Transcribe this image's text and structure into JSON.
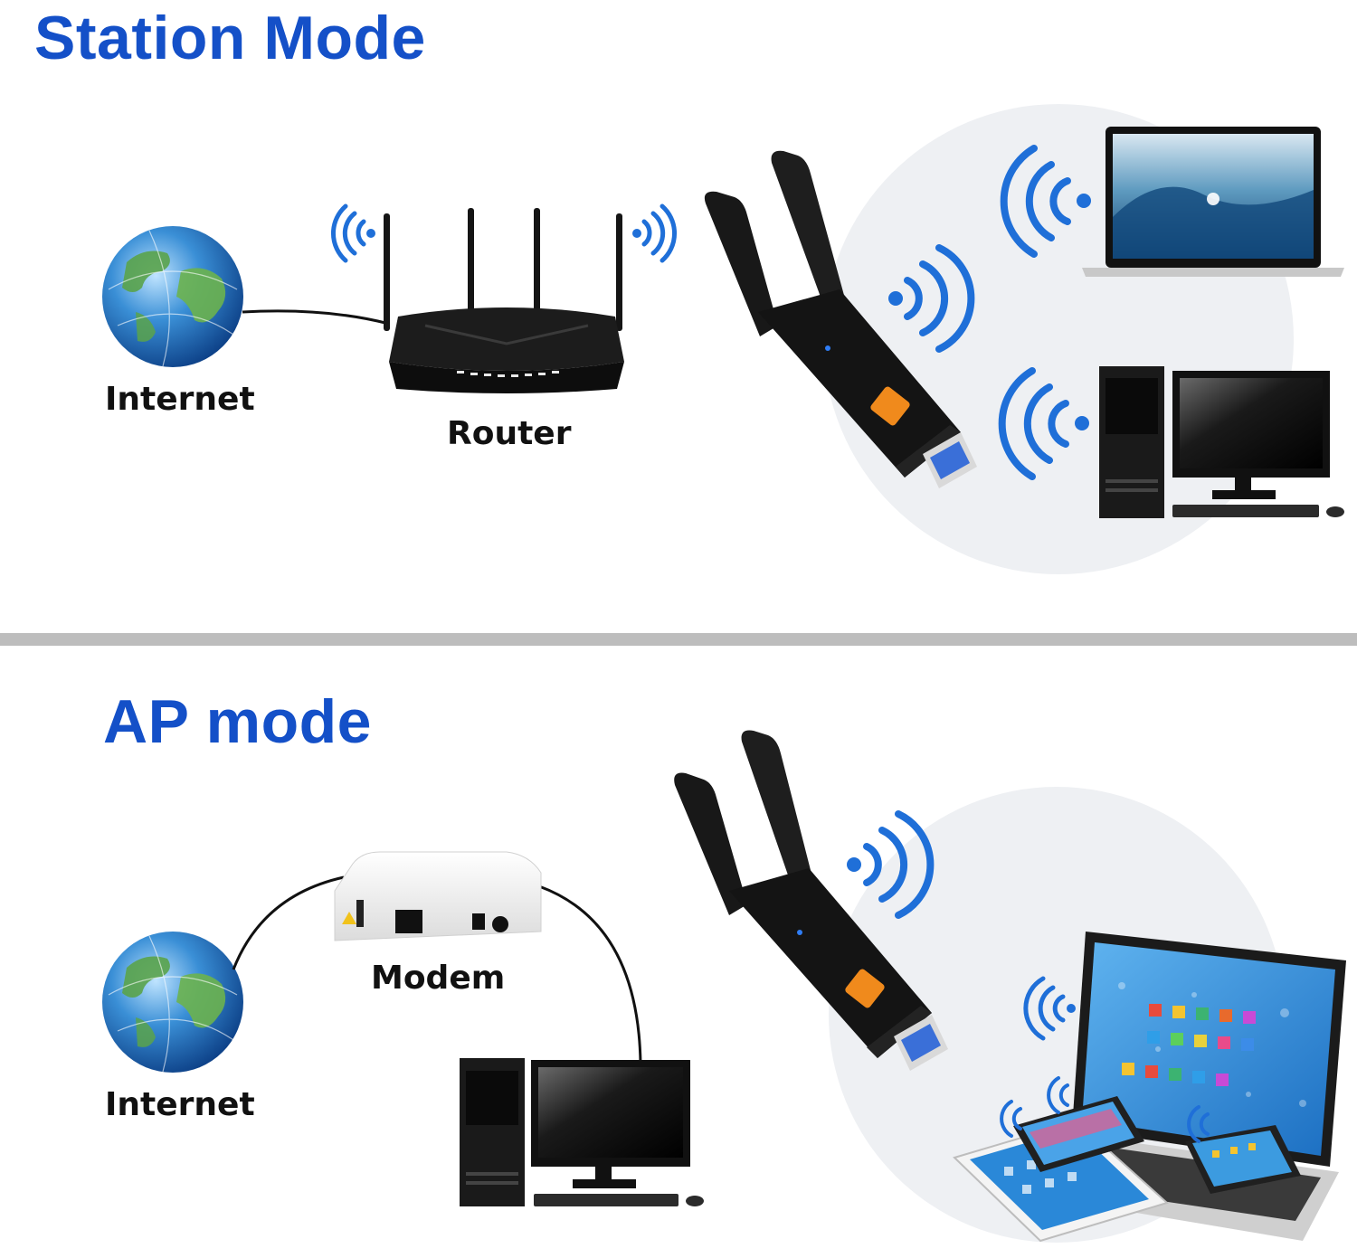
{
  "colors": {
    "accent": "#1450c8",
    "wave": "#1f6fd8",
    "divider": "#bdbdbd",
    "dongle_orange": "#f08a1c",
    "circle_bg": "#eef0f3"
  },
  "station": {
    "title": "Station Mode",
    "internet_label": "Internet",
    "router_label": "Router"
  },
  "ap": {
    "title": "AP mode",
    "modem_label": "Modem",
    "internet_label": "Internet"
  },
  "icons": [
    "globe-icon",
    "router-icon",
    "usb-wifi-adapter-icon",
    "wifi-wave-icon",
    "laptop-icon",
    "desktop-pc-icon",
    "modem-icon",
    "tablet-icon",
    "smartphone-icon"
  ]
}
